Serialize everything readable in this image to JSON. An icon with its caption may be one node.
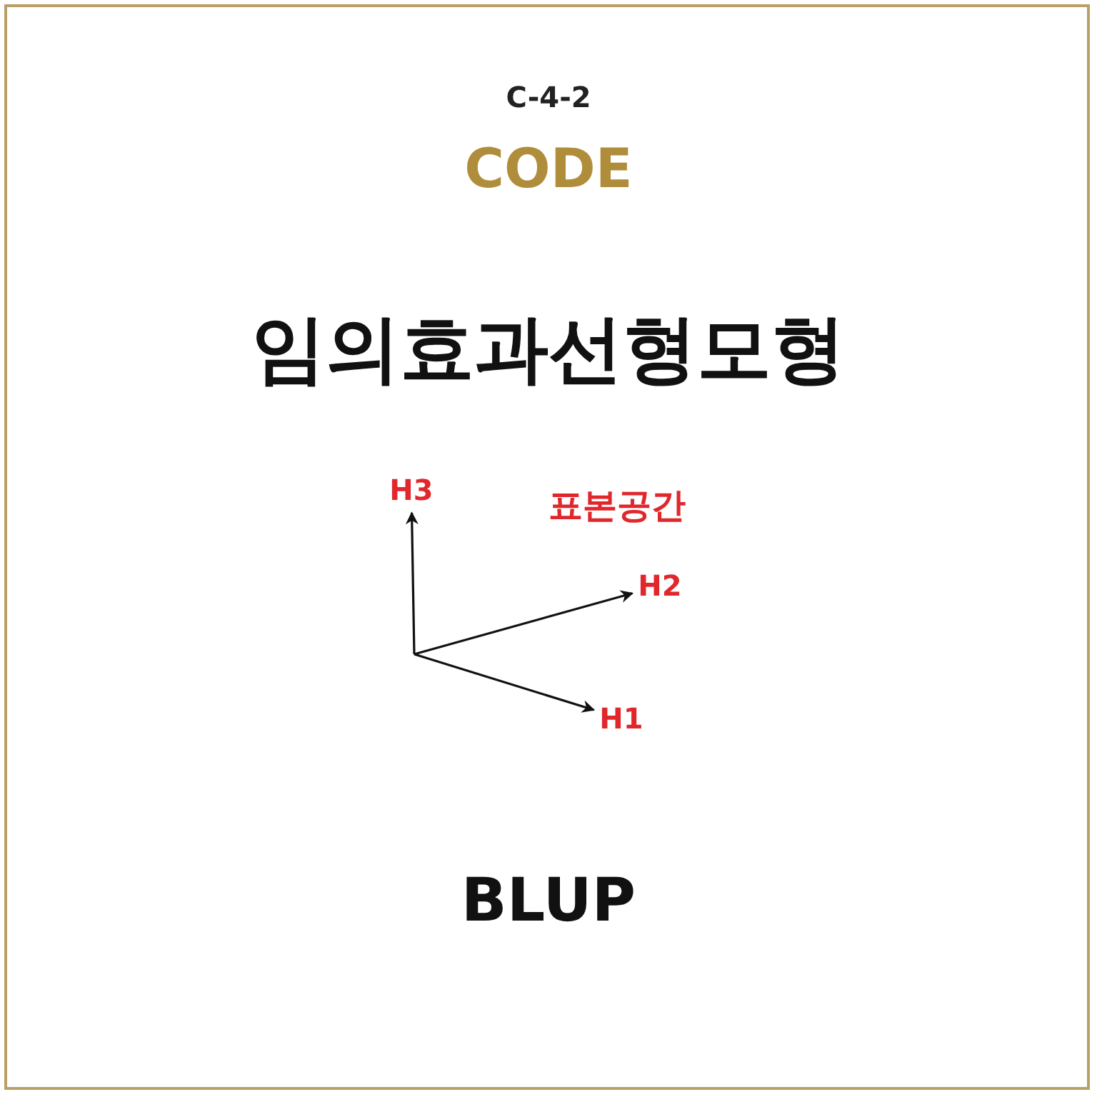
{
  "diagram": {
    "title": "임의효과선형모형",
    "nodes": [
      {
        "text": [
          "H3"
        ]
      },
      {
        "text": [
          "H2"
        ]
      },
      {
        "text": [
          "H1"
        ]
      }
    ],
    "edges": [
      {
        "from": null,
        "to": 0,
        "arrow": "to"
      },
      {
        "from": null,
        "to": 1,
        "arrow": "to"
      },
      {
        "from": null,
        "to": 2,
        "arrow": "to"
      }
    ],
    "labels": [
      "C-4-2",
      "CODE",
      "표본공간",
      "BLUP"
    ]
  }
}
